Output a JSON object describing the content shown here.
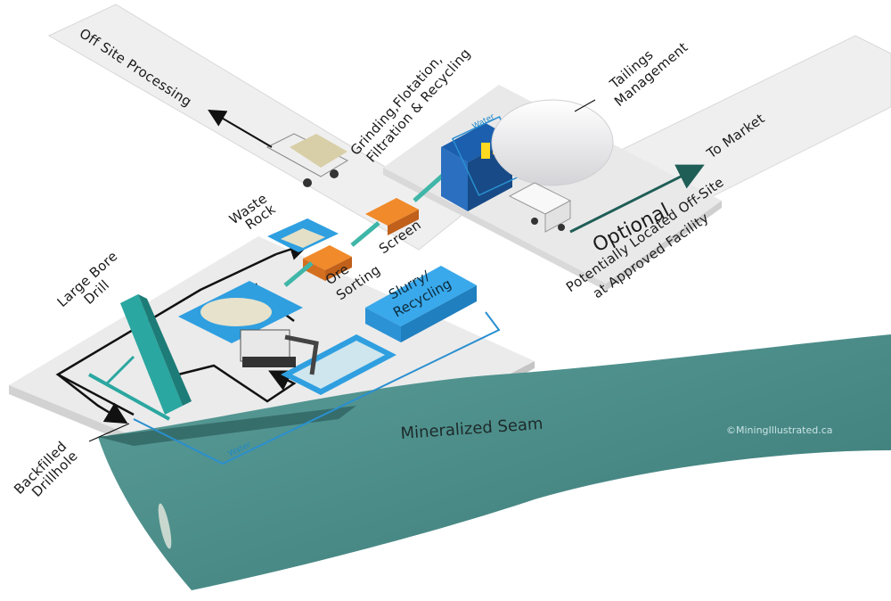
{
  "labels": {
    "off_site_processing": "Off Site Processing",
    "grinding_line1": "Grinding,Flotation,",
    "grinding_line2": "Filtration & Recycling",
    "tailings_line1": "Tailings",
    "tailings_line2": "Management",
    "to_market": "To Market",
    "optional": "Optional",
    "off_site_line1": "Potentially Located Off-Site",
    "off_site_line2": "at Approved Facility",
    "waste_rock_line1": "Waste",
    "waste_rock_line2": "Rock",
    "screen": "Screen",
    "ore_sorting_line1": "Ore",
    "ore_sorting_line2": "Sorting",
    "slurry_line1": "Slurry/",
    "slurry_line2": "Recycling",
    "large_bore_line1": "Large Bore",
    "large_bore_line2": "Drill",
    "backfilled_line1": "Backfilled",
    "backfilled_line2": "Drillhole",
    "mineralized_seam": "Mineralized Seam",
    "water_plant": "Water",
    "water_loop": "Water",
    "watermark": "©MiningIllustrated.ca"
  },
  "colors": {
    "pad": "#ececec",
    "pad_edge": "#cfcfcf",
    "road": "#f2f2f2",
    "seam": "#4e8f8c",
    "seam_dark": "#3a7471",
    "pool": "#2f9fe0",
    "pool_water": "#cfe6ee",
    "ore_machine": "#e0731e",
    "conveyor": "#3fb6a8",
    "drill": "#2aa7a0",
    "water_line": "#2a8fd0",
    "arrow": "#111111",
    "market_arrow": "#1f5e57"
  }
}
